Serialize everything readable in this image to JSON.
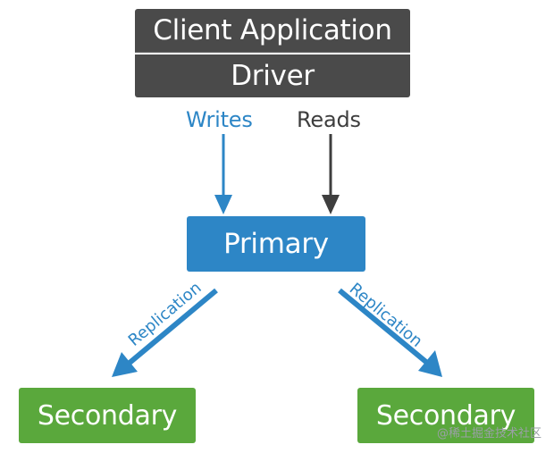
{
  "nodes": {
    "client_application": "Client Application",
    "driver": "Driver",
    "primary": "Primary",
    "secondary_left": "Secondary",
    "secondary_right": "Secondary"
  },
  "edges": {
    "writes": "Writes",
    "reads": "Reads",
    "replication_left": "Replication",
    "replication_right": "Replication"
  },
  "watermark": "@稀土掘金技术社区",
  "colors": {
    "client_box": "#4a4a4a",
    "primary_box": "#2d86c6",
    "secondary_box": "#5aa83c",
    "writes_arrow": "#2d86c6",
    "reads_arrow": "#3e3e3e",
    "replication_arrow": "#2d86c6"
  }
}
